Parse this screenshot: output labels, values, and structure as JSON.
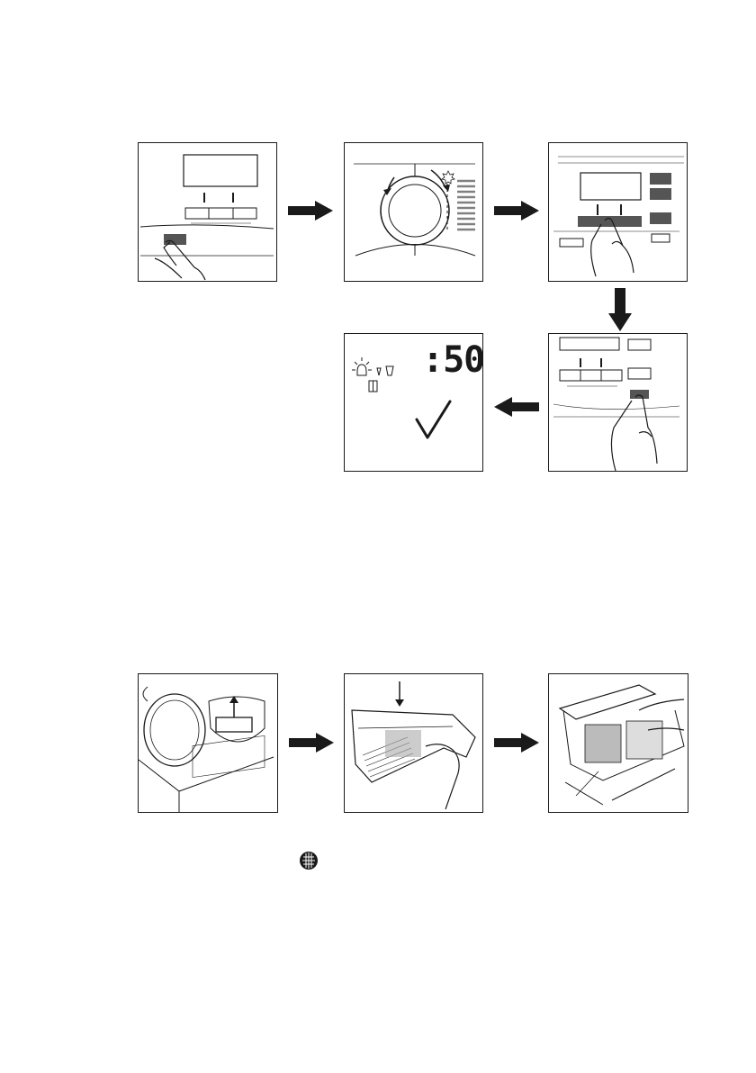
{
  "page": {
    "title": "",
    "icons": [
      "press-button",
      "program-dial",
      "option-buttons",
      "start-button",
      "display-result",
      "filter-symbol"
    ]
  },
  "sequence_1": {
    "steps": [
      {
        "name": "power-button-step",
        "icon": "finger-press-icon"
      },
      {
        "name": "program-dial-step",
        "icon": "dial-rotate-icon"
      },
      {
        "name": "option-buttons-step",
        "icon": "finger-press-icon"
      },
      {
        "name": "start-button-step",
        "icon": "finger-press-icon"
      },
      {
        "name": "display-check-step",
        "icon": "checkmark-icon"
      }
    ],
    "display_time": ":50",
    "checkmark": "✓"
  },
  "sequence_2": {
    "steps": [
      {
        "name": "remove-filter-step",
        "icon": "door-filter-icon"
      },
      {
        "name": "open-filter-step",
        "icon": "filter-open-icon"
      },
      {
        "name": "clean-filter-step",
        "icon": "filter-clean-icon"
      }
    ]
  },
  "colors": {
    "line": "#1a1a1a",
    "button_fill": "#555555",
    "highlight": "#808080"
  }
}
